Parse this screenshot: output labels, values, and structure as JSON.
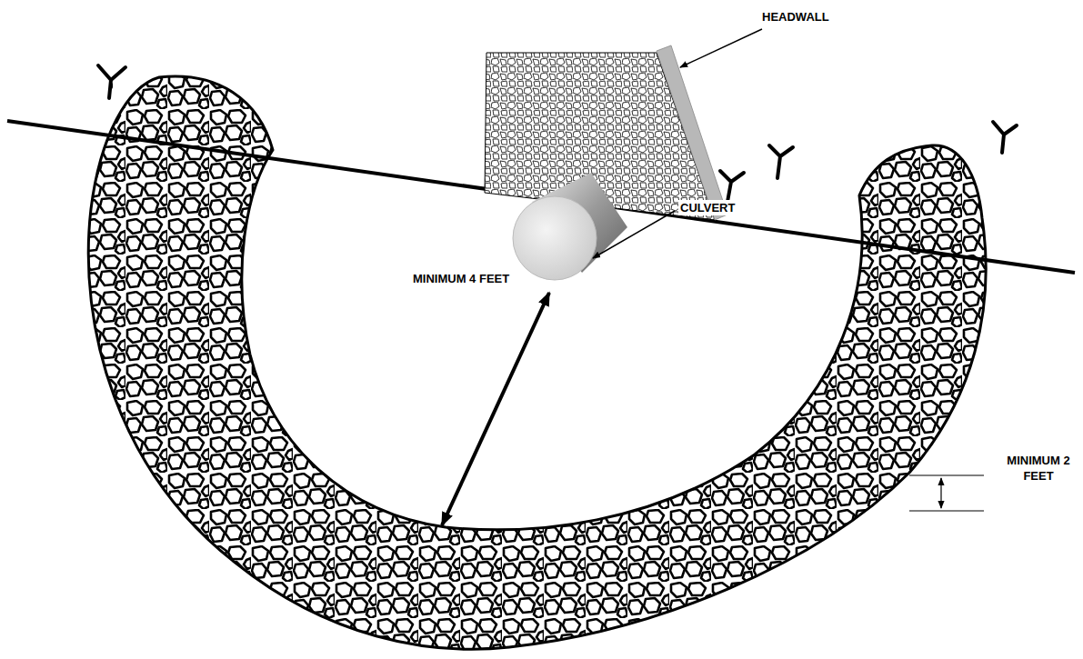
{
  "diagram": {
    "labels": [
      "HEADWALL",
      "CULVERT",
      "MINIMUM 4 FEET",
      "MINIMUM 2 FEET"
    ]
  }
}
